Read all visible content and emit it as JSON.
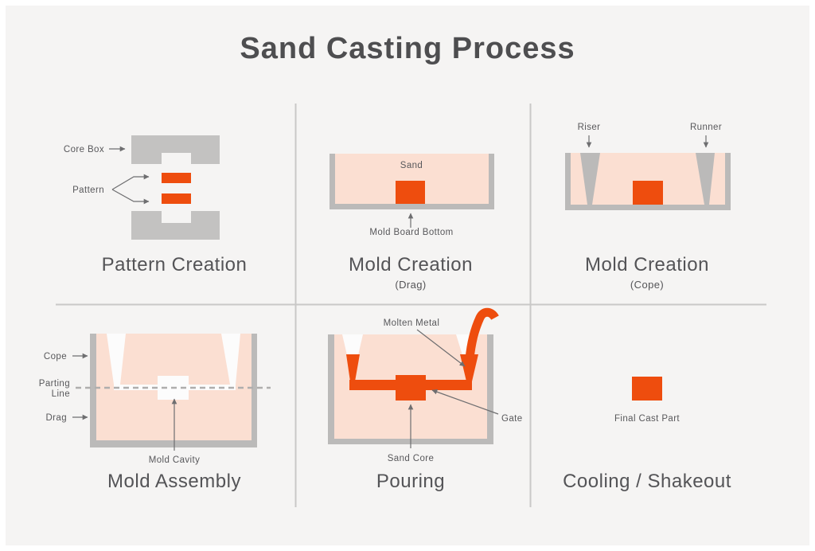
{
  "main_title": "Sand Casting Process",
  "colors": {
    "background": "#F5F4F3",
    "page_frame": "#FFFFFF",
    "accent_orange": "#EE4D0E",
    "sand_pink": "#FBDFD2",
    "mold_gray": "#BBBAB9",
    "pattern_gray": "#C3C2C1",
    "cutout_white": "#FCFCFC",
    "divider_gray": "#C9C8C7",
    "arrow_gray": "#6E6E70",
    "parting_dash": "#AFAEAD",
    "title_text": "#4E4E50",
    "label_text": "#58585B"
  },
  "panels": [
    {
      "title": "Pattern Creation",
      "subtitle": "",
      "labels": {
        "core_box": "Core Box",
        "pattern": "Pattern"
      }
    },
    {
      "title": "Mold Creation",
      "subtitle": "(Drag)",
      "labels": {
        "sand": "Sand",
        "mold_board_bottom": "Mold Board Bottom"
      }
    },
    {
      "title": "Mold Creation",
      "subtitle": "(Cope)",
      "labels": {
        "riser": "Riser",
        "runner": "Runner"
      }
    },
    {
      "title": "Mold Assembly",
      "subtitle": "",
      "labels": {
        "cope": "Cope",
        "parting_line_1": "Parting",
        "parting_line_2": "Line",
        "drag": "Drag",
        "mold_cavity": "Mold Cavity"
      }
    },
    {
      "title": "Pouring",
      "subtitle": "",
      "labels": {
        "molten_metal": "Molten Metal",
        "gate": "Gate",
        "sand_core": "Sand Core"
      }
    },
    {
      "title": "Cooling / Shakeout",
      "subtitle": "",
      "labels": {
        "final_cast_part": "Final Cast Part"
      }
    }
  ]
}
